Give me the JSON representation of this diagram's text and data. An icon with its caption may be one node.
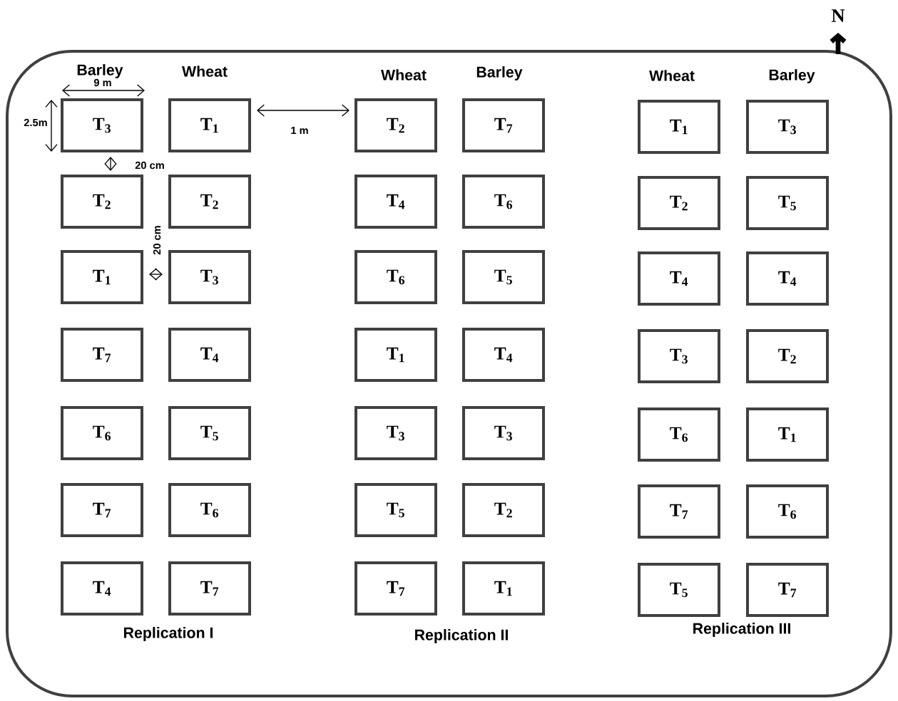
{
  "diagram": {
    "nodes": [
      {
        "text": [
          "T$_{3}$"
        ]
      },
      {
        "text": [
          "T$_{1}$"
        ]
      },
      {
        "text": [
          "T$_{2}$"
        ]
      },
      {
        "text": [
          "T$_{7}$"
        ]
      },
      {
        "text": [
          "T$_{1}$"
        ]
      },
      {
        "text": [
          "T$_{3}$"
        ]
      },
      {
        "text": [
          "T$_{2}$"
        ]
      },
      {
        "text": [
          "T$_{2}$"
        ]
      },
      {
        "text": [
          "T$_{4}$"
        ]
      },
      {
        "text": [
          "T$_{6}$"
        ]
      },
      {
        "text": [
          "T$_{2}$"
        ]
      },
      {
        "text": [
          "T$_{5}$"
        ]
      },
      {
        "text": [
          "T$_{1}$"
        ]
      },
      {
        "text": [
          "T$_{3}$"
        ]
      },
      {
        "text": [
          "T$_{6}$"
        ]
      },
      {
        "text": [
          "T$_{5}$"
        ]
      },
      {
        "text": [
          "T$_{4}$"
        ]
      },
      {
        "text": [
          "T$_{4}$"
        ]
      },
      {
        "text": [
          "T$_{7}$"
        ]
      },
      {
        "text": [
          "T$_{4}$"
        ]
      },
      {
        "text": [
          "T$_{1}$"
        ]
      },
      {
        "text": [
          "T$_{4}$"
        ]
      },
      {
        "text": [
          "T$_{3}$"
        ]
      },
      {
        "text": [
          "T$_{2}$"
        ]
      },
      {
        "text": [
          "T$_{6}$"
        ]
      },
      {
        "text": [
          "T$_{5}$"
        ]
      },
      {
        "text": [
          "T$_{3}$"
        ]
      },
      {
        "text": [
          "T$_{3}$"
        ]
      },
      {
        "text": [
          "T$_{6}$"
        ]
      },
      {
        "text": [
          "T$_{1}$"
        ]
      },
      {
        "text": [
          "T$_{7}$"
        ]
      },
      {
        "text": [
          "T$_{6}$"
        ]
      },
      {
        "text": [
          "T$_{5}$"
        ]
      },
      {
        "text": [
          "T$_{2}$"
        ]
      },
      {
        "text": [
          "T$_{7}$"
        ]
      },
      {
        "text": [
          "T$_{6}$"
        ]
      },
      {
        "text": [
          "T$_{4}$"
        ]
      },
      {
        "text": [
          "T$_{7}$"
        ]
      },
      {
        "text": [
          "T$_{7}$"
        ]
      },
      {
        "text": [
          "T$_{1}$"
        ]
      },
      {
        "text": [
          "T$_{5}$"
        ]
      },
      {
        "text": [
          "T$_{7}$"
        ]
      }
    ],
    "labels": [
      "N",
      "Barley",
      "Wheat",
      "Wheat",
      "Barley",
      "Wheat",
      "Barley",
      "9 m",
      "2.5m",
      "1 m",
      "20 cm",
      "20 cm",
      "Replication I",
      "Replication II",
      "Replication III"
    ]
  }
}
